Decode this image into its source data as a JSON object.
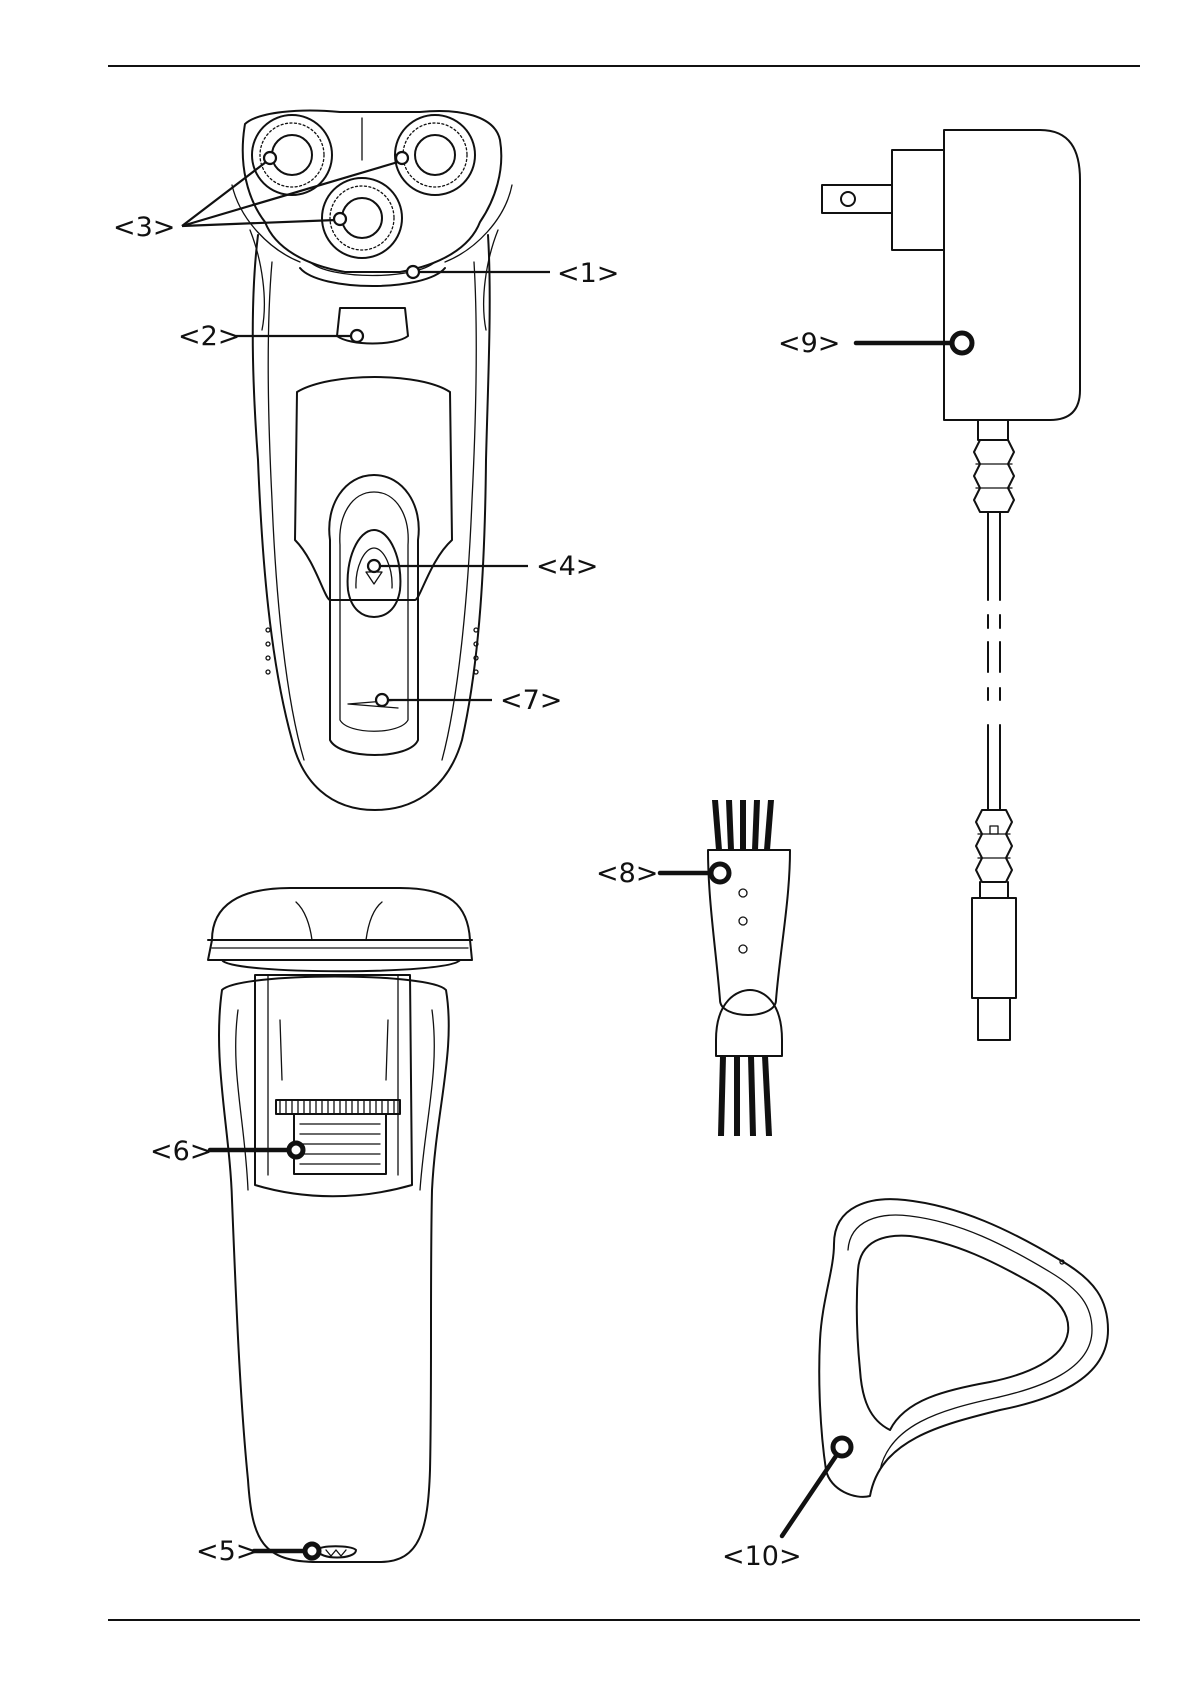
{
  "labels": {
    "c1": "<1>",
    "c2": "<2>",
    "c3": "<3>",
    "c4": "<4>",
    "c5": "<5>",
    "c6": "<6>",
    "c7": "<7>",
    "c8": "<8>",
    "c9": "<9>",
    "c10": "<10>"
  }
}
